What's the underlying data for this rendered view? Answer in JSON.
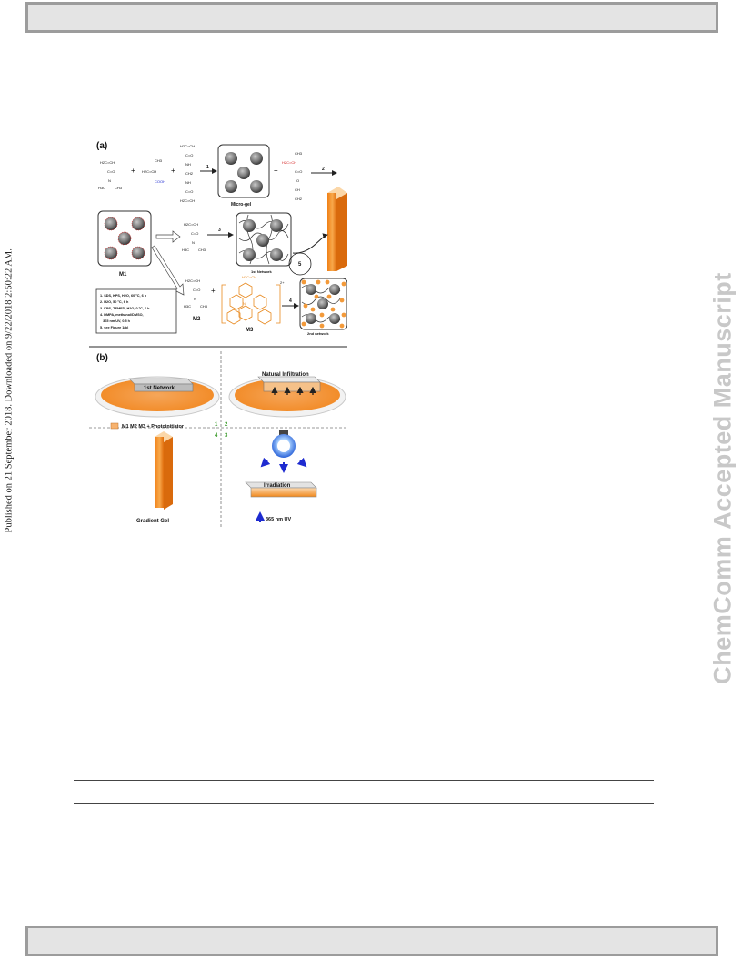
{
  "sidebar": {
    "published": "Published on 21 September 2018. Downloaded on 9/22/2018 2:50:22 AM.",
    "watermark": "ChemComm Accepted Manuscript"
  },
  "figure": {
    "panel_a_label": "(a)",
    "panel_b_label": "(b)",
    "arrow_labels": [
      "1",
      "2",
      "3",
      "4",
      "5"
    ],
    "labels": {
      "microgel": "Micro-gel",
      "m1": "M1",
      "m2": "M2",
      "m3": "M3",
      "network1": "1st Network",
      "network2": "2nd network",
      "charge": "2+"
    },
    "chem": {
      "h2c_ch": "H2C=CH",
      "c_o": "C=O",
      "n": "N",
      "h3c": "H3C",
      "ch3": "CH3",
      "cooh": "COOH",
      "nh": "NH",
      "ch2": "CH2",
      "ch": "CH",
      "o": "O",
      "plus": "+"
    },
    "steps": [
      "1. SDS, KPS, H2O, 60 °C, 6 h",
      "2. H2O, 50 °C, 6 h",
      "3. KPS, TEMED, H2O, 0 °C, 6 h",
      "4. DMPA, methanol/DMSO,",
      "   365 nm UV, 0.5 h",
      "5. see Figure 1(b)"
    ],
    "panel_b": {
      "first_network": "1st Network",
      "natural_infiltration": "Natural Infiltration",
      "legend": "M1 M2 M3 + Photoinitiator",
      "quadrants": [
        "1",
        "2",
        "3",
        "4"
      ],
      "gradient_gel": "Gradient Gel",
      "irradiation": "Irradiation",
      "uv": "365 nm UV"
    }
  },
  "colors": {
    "orange": "#f39a3a",
    "orange_light": "#f7c188",
    "green_num": "#3a9a2a",
    "blue": "#1e2bd0",
    "red_chem": "#d42020",
    "bulb": "#3b7de0"
  }
}
